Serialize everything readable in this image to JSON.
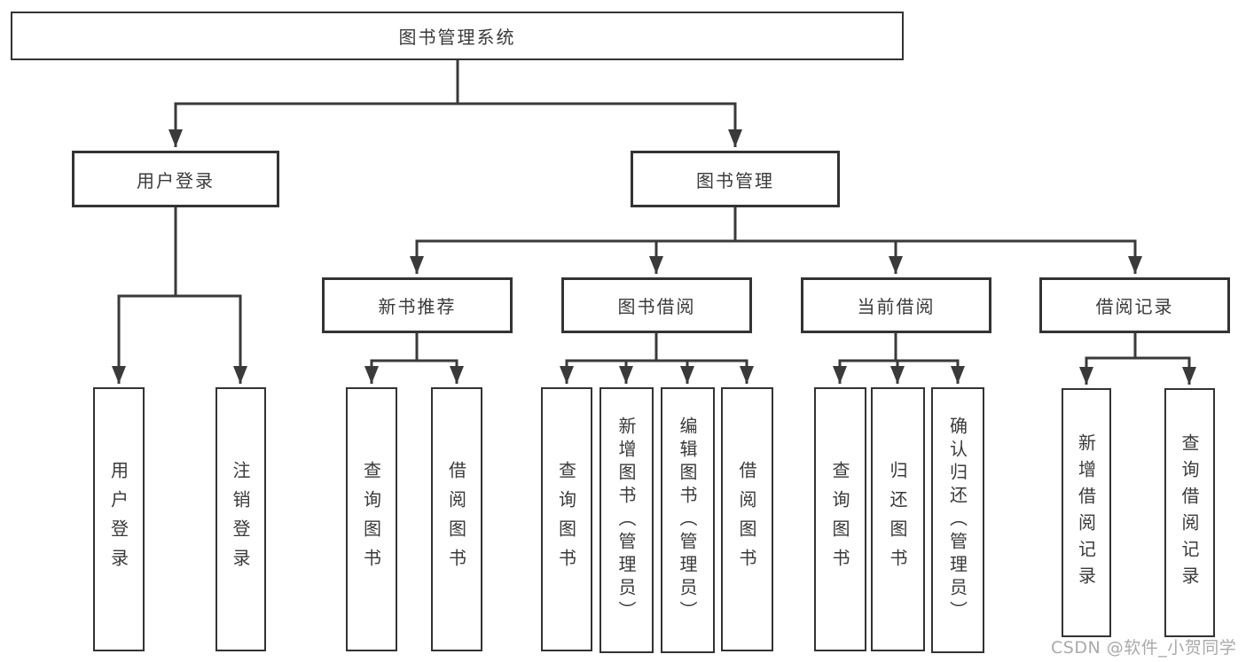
{
  "diagram_title": "图书管理系统",
  "tree": {
    "root": "图书管理系统",
    "branches": [
      {
        "label": "用户登录",
        "children": [
          "用户登录",
          "注销登录"
        ]
      },
      {
        "label": "图书管理",
        "sections": [
          {
            "label": "新书推荐",
            "children": [
              "查询图书",
              "借阅图书"
            ]
          },
          {
            "label": "图书借阅",
            "children": [
              "查询图书",
              "新增图书（管理员）",
              "编辑图书（管理员）",
              "借阅图书"
            ]
          },
          {
            "label": "当前借阅",
            "children": [
              "查询图书",
              "归还图书",
              "确认归还（管理员）"
            ]
          },
          {
            "label": "借阅记录",
            "children": [
              "新增借阅记录",
              "查询借阅记录"
            ]
          }
        ]
      }
    ]
  },
  "watermark": {
    "text": "CSDN @软件_小贺同学"
  },
  "colors": {
    "background": "#ffffff",
    "box_border": "#333333",
    "connector_line": "#3a3a3a",
    "text": "#3a3a3a",
    "watermark": "#a2a2a2"
  }
}
